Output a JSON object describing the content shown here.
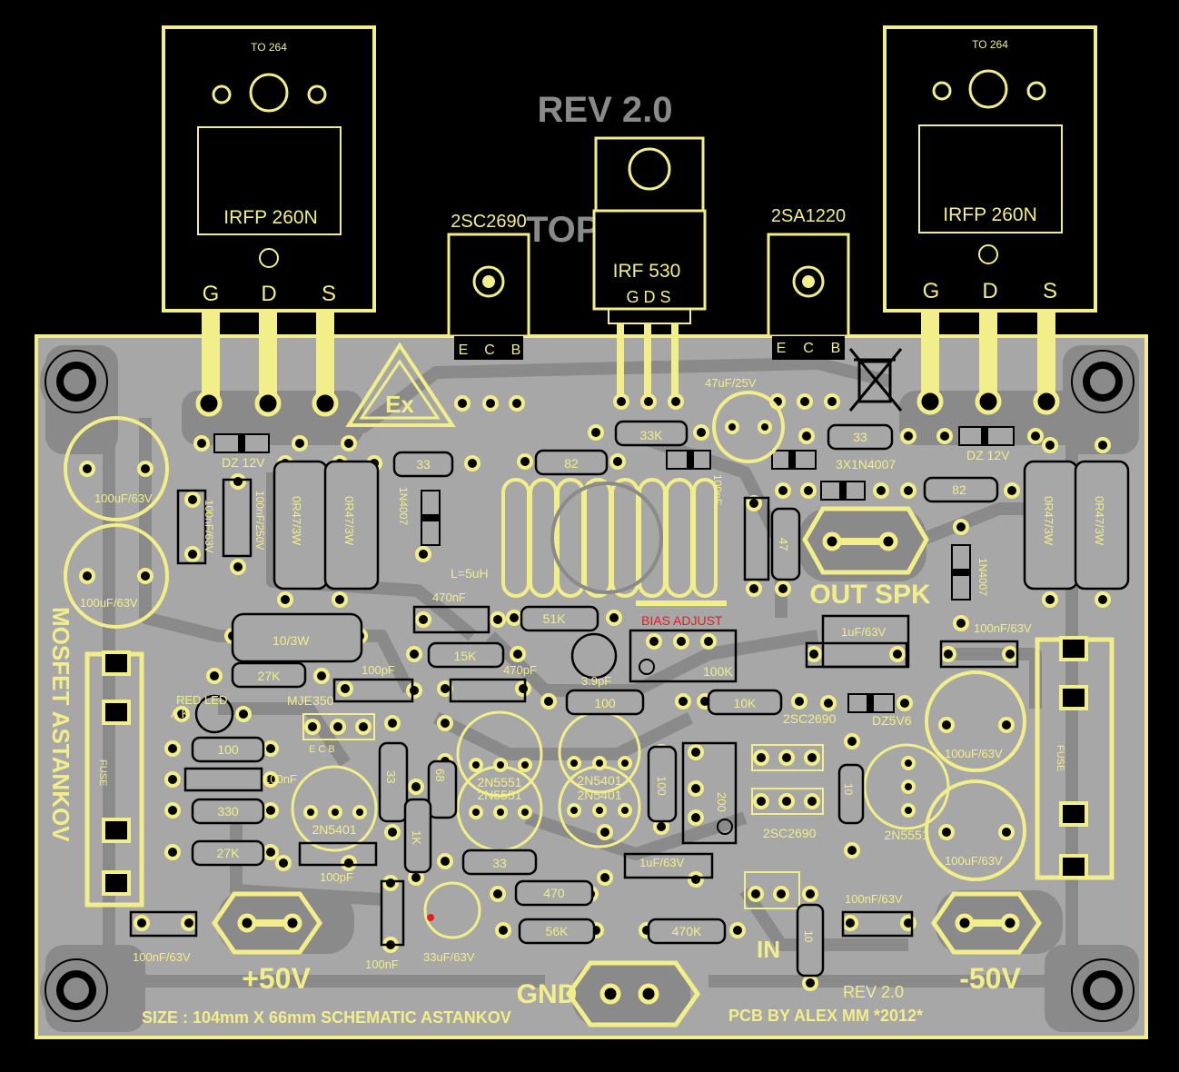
{
  "title": {
    "rev_top": "REV 2.0",
    "top_view": "TOP VIEW",
    "rev_bottom": "REV 2.0",
    "board_name": "MOSFET ASTANKOV",
    "size_note": "SIZE : 104mm X 66mm  SCHEMATIC  ASTANKOV",
    "credit": "PCB BY ALEX MM *2012*"
  },
  "power": {
    "pos": "+50V",
    "neg": "-50V",
    "gnd": "GND",
    "input": "IN",
    "output": "OUT SPK"
  },
  "transistors": {
    "left_package": "TO 264",
    "right_package": "TO 264",
    "left_name": "IRFP 260N",
    "right_name": "IRFP 260N",
    "gds": [
      "G",
      "D",
      "S"
    ],
    "irf530": "IRF 530",
    "irf530_pins": "G  D  S",
    "q_2sc2690_top": "2SC2690",
    "q_2sa1220_top": "2SA1220",
    "ecb": [
      "E",
      "C",
      "B"
    ]
  },
  "labels": {
    "dz12_left": "DZ 12V",
    "dz12_right": "DZ 12V",
    "r33_a": "33",
    "r33_b": "33",
    "r82_a": "82",
    "r82_b": "82",
    "r33k": "33K",
    "c47u25": "47uF/25V",
    "diodes_3x": "3X1N4007",
    "d1n4007_a": "1N4007",
    "d1n4007_b": "1N4007",
    "c100n_out": "100nF",
    "r47_out": "47",
    "coil": "L=5uH",
    "c100u63_a": "100uF/63V",
    "c100u63_b": "100uF/63V",
    "c100u63_c": "100uF/63V",
    "c100u63_d": "100uF/63V",
    "c100n63_l": "100nF/63V",
    "c100n250": "100nF/250V",
    "r0r47_a": "0R47/3W",
    "r0r47_b": "0R47/3W",
    "r0r47_c": "0R47/3W",
    "r0r47_d": "0R47/3W",
    "c470n": "470nF",
    "r51k": "51K",
    "bias": "BIAS ADJUST",
    "r10_3w": "10/3W",
    "r15k": "15K",
    "c470p": "470pF",
    "trim100k": "100K",
    "r27k_a": "27K",
    "c100p_a": "100pF",
    "c3p9": "3.9pF",
    "r100_a": "100",
    "r10k": "10K",
    "c1u63_a": "1uF/63V",
    "c100n63_r": "100nF/63V",
    "red_led": "RED LED",
    "led_ak": "A      K",
    "mje350": "MJE350",
    "ecb_small": "E  C  B",
    "q_2n5551_a": "2N5551",
    "q_2n5551_b": "2N5551",
    "q_2n5551_c": "2N5551",
    "q_2n5401_a": "2N5401",
    "q_2n5401_b": "2N5401",
    "q_2n5401_c": "2N5401",
    "q_2sc2690_a": "2SC2690",
    "q_2sc2690_b": "2SC2690",
    "dz5v6": "DZ5V6",
    "r100_b": "100",
    "c100n_b": "100nF",
    "r330": "330",
    "r27k_b": "27K",
    "c100p_b": "100pF",
    "r1k": "1K",
    "r68": "68",
    "r33_c": "33",
    "r100_c": "100",
    "trim200": "200",
    "c1u63_b": "1uF/63V",
    "r470": "470",
    "r56k": "56K",
    "r470k": "470K",
    "c33u63": "33uF/63V",
    "c100n_c": "100nF",
    "r10_in": "10",
    "c100n63_bl": "100nF/63V",
    "c100n63_br": "100nF/63V",
    "r10_q": "10",
    "fuse_a": "FUSE",
    "fuse_b": "FUSE"
  },
  "colors": {
    "background": "#000000",
    "board": "#a6a6a6",
    "copper": "#8a8a8a",
    "silkscreen": "#f2ee8a",
    "accent": "#e02020"
  }
}
